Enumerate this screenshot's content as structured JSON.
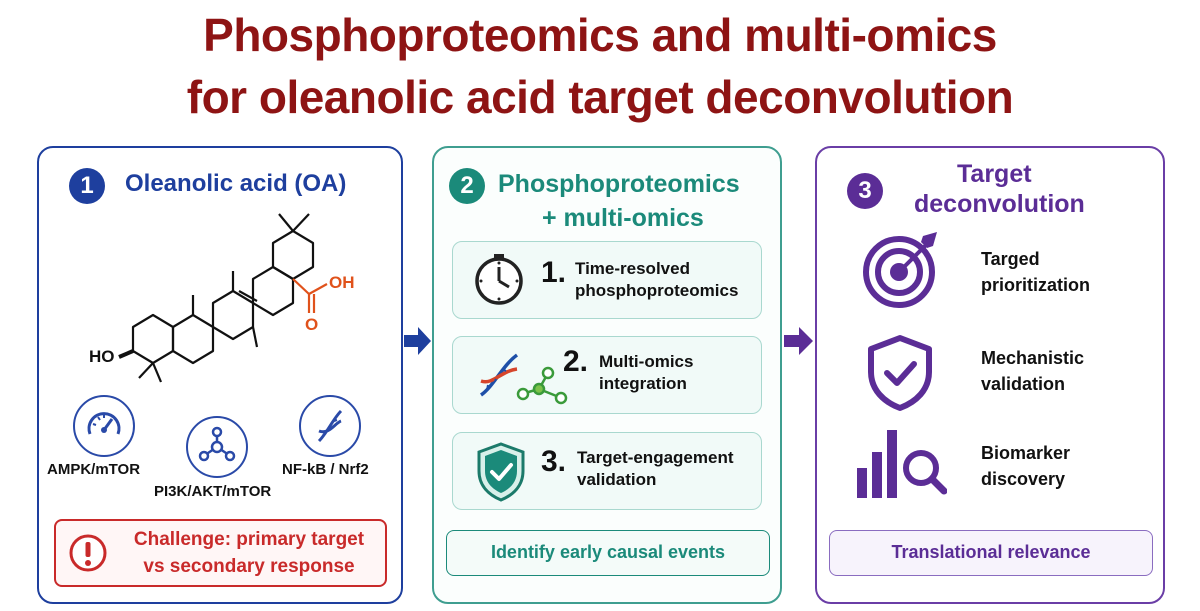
{
  "title": {
    "line1": "Phosphoproteomics and multi-omics",
    "line2": "for oleanolic acid target deconvolution"
  },
  "panel1": {
    "number": "1",
    "title": "Oleanolic acid (OA)",
    "molecule": {
      "oh_label": "OH",
      "o_label": "O",
      "ho_label": "HO"
    },
    "pathways": [
      {
        "label": "AMPK/mTOR",
        "icon": "gauge-icon"
      },
      {
        "label": "PI3K/AKT/mTOR",
        "icon": "network-icon"
      },
      {
        "label": "NF-kB / Nrf2",
        "icon": "dna-icon"
      }
    ],
    "challenge": {
      "mark": "!",
      "line1": "Challenge: primary target",
      "line2": "vs secondary response"
    },
    "colors": {
      "accent": "#1e3f9e",
      "challenge": "#c92a2a"
    }
  },
  "panel2": {
    "number": "2",
    "title_line1": "Phosphoproteomics",
    "title_line2": "+ multi-omics",
    "steps": [
      {
        "num": "1.",
        "line1": "Time-resolved",
        "line2": "phosphoproteomics",
        "icon": "clock-icon"
      },
      {
        "num": "2.",
        "line1": "Multi-omics",
        "line2": "integration",
        "icon": "dna-network-icon"
      },
      {
        "num": "3.",
        "line1": "Target-engagement",
        "line2": "validation",
        "icon": "shield-check-icon"
      }
    ],
    "footer": "Identify early causal events",
    "colors": {
      "accent": "#1b8a7a"
    }
  },
  "panel3": {
    "number": "3",
    "title_line1": "Target",
    "title_line2": "deconvolution",
    "items": [
      {
        "line1": "Targed",
        "line2": "prioritization",
        "icon": "target-icon"
      },
      {
        "line1": "Mechanistic",
        "line2": "validation",
        "icon": "shield-check-icon"
      },
      {
        "line1": "Biomarker",
        "line2": "discovery",
        "icon": "bar-chart-search-icon"
      }
    ],
    "footer": "Translational relevance",
    "colors": {
      "accent": "#5b2d96"
    }
  }
}
